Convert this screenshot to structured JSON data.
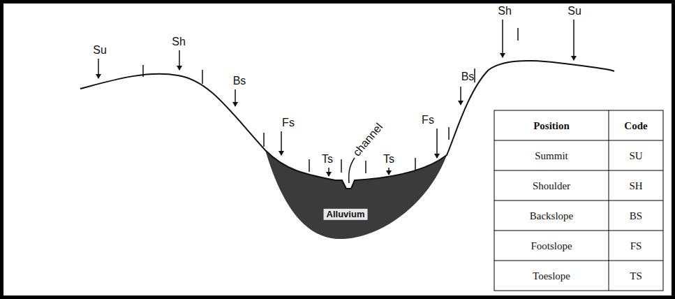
{
  "diagram": {
    "labels": [
      "Su",
      "Sh",
      "Bs",
      "Fs",
      "Ts",
      "channel",
      "Ts",
      "Fs",
      "Bs",
      "Sh",
      "Su",
      "Alluvium",
      "Position",
      "Code",
      "Summit",
      "SU",
      "Shoulder",
      "SH",
      "Backslope",
      "BS",
      "Footslope",
      "FS",
      "Toeslope",
      "TS"
    ]
  }
}
